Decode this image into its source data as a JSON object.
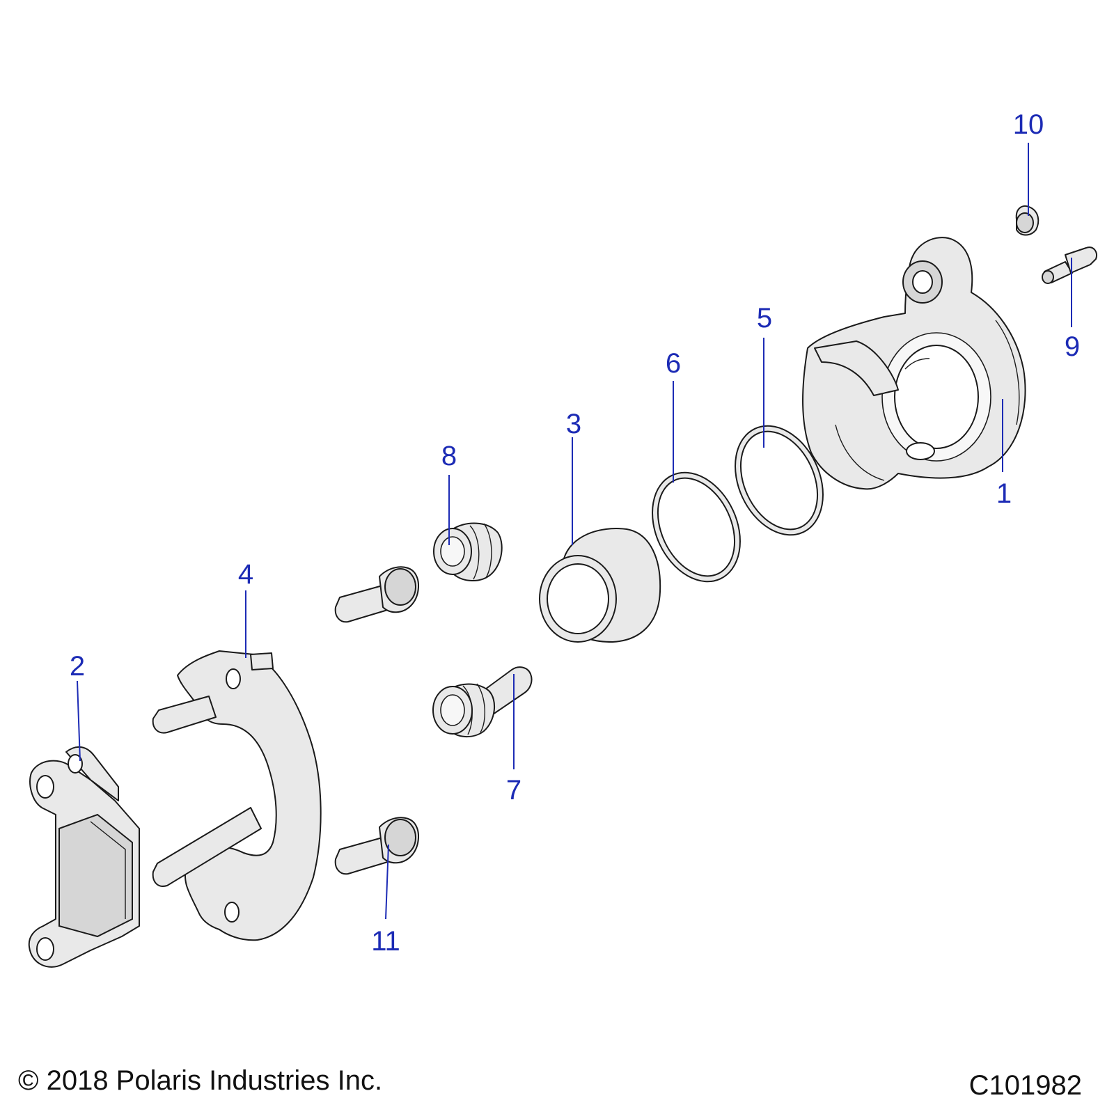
{
  "callouts": {
    "c1": "1",
    "c2": "2",
    "c3": "3",
    "c4": "4",
    "c5": "5",
    "c6": "6",
    "c7": "7",
    "c8": "8",
    "c9": "9",
    "c10": "10",
    "c11": "11"
  },
  "footer": {
    "copyright": "© 2018 Polaris Industries Inc.",
    "drawing_number": "C101982"
  },
  "colors": {
    "callout": "#1c2bb5",
    "line": "#1a1a1a",
    "part_fill": "#e9e9e9"
  }
}
